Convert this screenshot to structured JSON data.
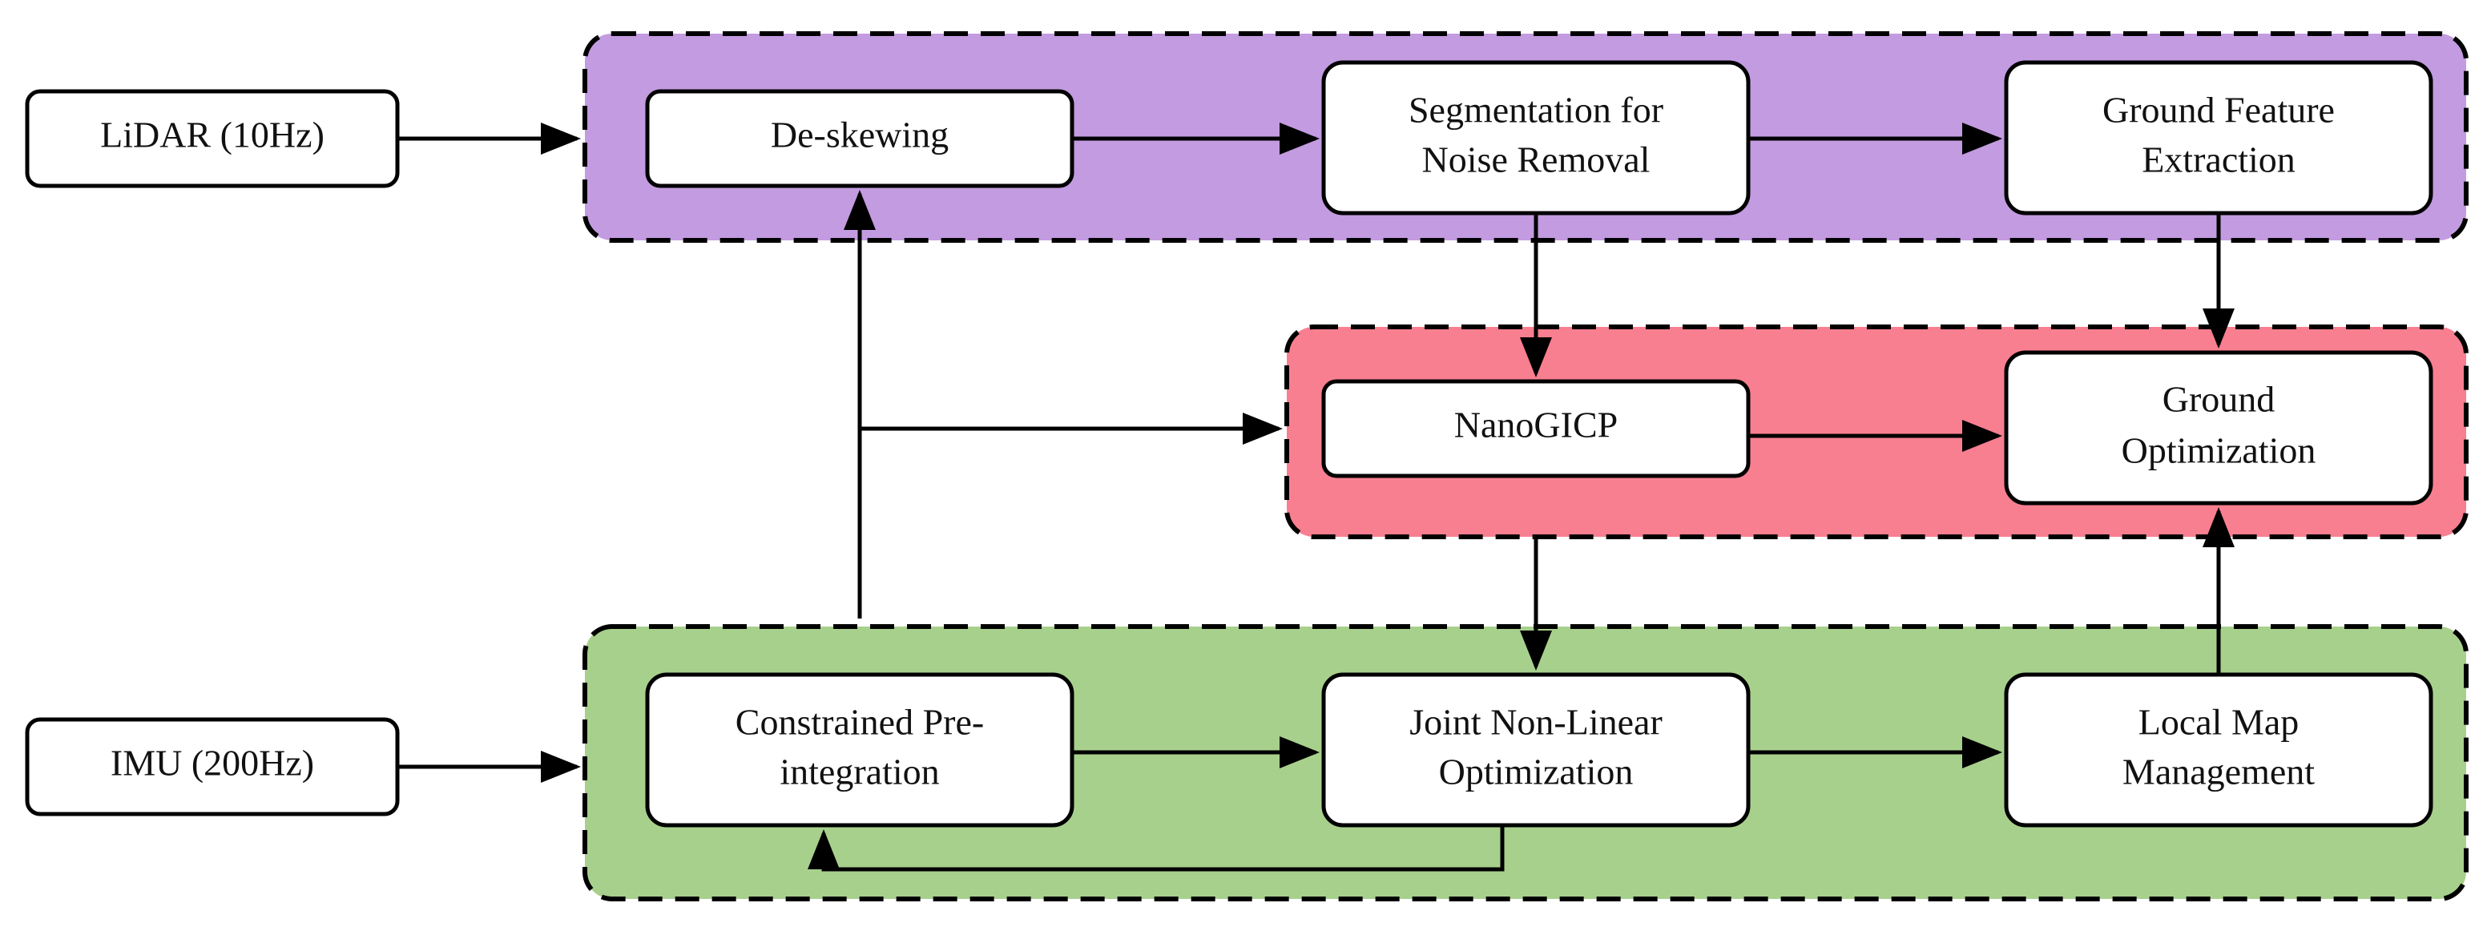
{
  "colors": {
    "preprocess_group": "#c39be0",
    "odometry_group": "#f87f90",
    "imu_group": "#a8d08d",
    "node_fill": "#ffffff",
    "stroke": "#000000"
  },
  "inputs": {
    "lidar": "LiDAR (10Hz)",
    "imu": "IMU (200Hz)"
  },
  "nodes": {
    "deskewing": {
      "lines": [
        "De-skewing"
      ]
    },
    "segmentation": {
      "lines": [
        "Segmentation for",
        "Noise Removal"
      ]
    },
    "ground_feature": {
      "lines": [
        "Ground Feature",
        "Extraction"
      ]
    },
    "nanogicp": {
      "lines": [
        "NanoGICP"
      ]
    },
    "ground_opt": {
      "lines": [
        "Ground",
        "Optimization"
      ]
    },
    "preintegration": {
      "lines": [
        "Constrained Pre-",
        "integration"
      ]
    },
    "joint_opt": {
      "lines": [
        "Joint Non-Linear",
        "Optimization"
      ]
    },
    "local_map": {
      "lines": [
        "Local Map",
        "Management"
      ]
    }
  }
}
